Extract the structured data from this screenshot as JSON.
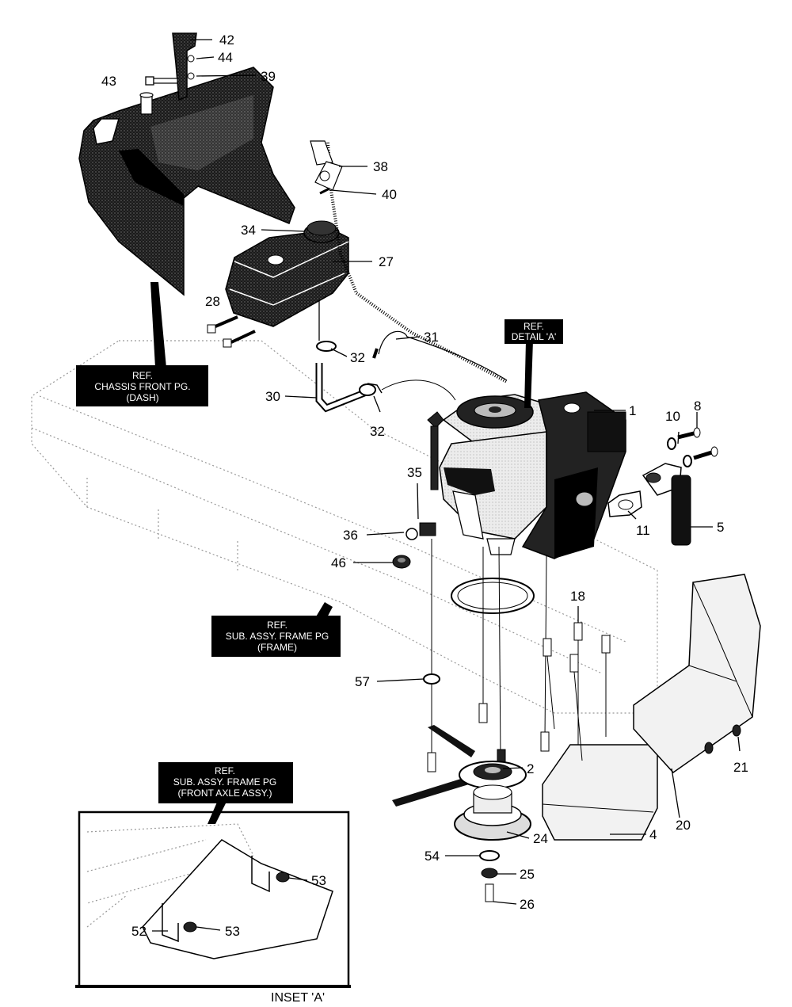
{
  "callouts": {
    "c1": "1",
    "c2": "2",
    "c4": "4",
    "c5": "5",
    "c8": "8",
    "c10": "10",
    "c11": "11",
    "c18": "18",
    "c20": "20",
    "c21": "21",
    "c24": "24",
    "c25": "25",
    "c26": "26",
    "c27": "27",
    "c28": "28",
    "c30": "30",
    "c31": "31",
    "c32a": "32",
    "c32b": "32",
    "c34": "34",
    "c35": "35",
    "c36": "36",
    "c38": "38",
    "c39": "39",
    "c40": "40",
    "c42": "42",
    "c43": "43",
    "c44": "44",
    "c46": "46",
    "c52": "52",
    "c53a": "53",
    "c53b": "53",
    "c54": "54",
    "c57": "57"
  },
  "ref_boxes": {
    "detail_a": {
      "l1": "REF.",
      "l2": "DETAIL 'A'"
    },
    "chassis_front": {
      "l1": "REF.",
      "l2": "CHASSIS FRONT PG.",
      "l3": "(DASH)"
    },
    "frame": {
      "l1": "REF.",
      "l2": "SUB. ASSY. FRAME PG",
      "l3": "(FRAME)"
    },
    "front_axle": {
      "l1": "REF.",
      "l2": "SUB. ASSY. FRAME PG",
      "l3": "(FRONT AXLE ASSY.)"
    }
  },
  "inset_label": "INSET 'A'",
  "colors": {
    "ink": "#000000",
    "paper": "#ffffff",
    "ghost": "#999999",
    "fill_dark": "#222222",
    "fill_gray": "#d9d9d9"
  }
}
